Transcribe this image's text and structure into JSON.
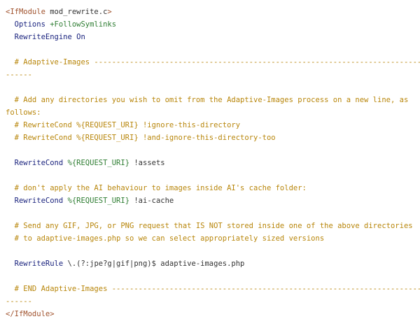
{
  "code": {
    "lines": [
      [
        {
          "t": "<IfModule ",
          "c": "tag"
        },
        {
          "t": "mod_rewrite.c",
          "c": "plain"
        },
        {
          "t": ">",
          "c": "tag"
        }
      ],
      [
        {
          "t": "  Options ",
          "c": "directive"
        },
        {
          "t": "+FollowSymlinks",
          "c": "flag"
        }
      ],
      [
        {
          "t": "  RewriteEngine On",
          "c": "directive"
        }
      ],
      [],
      [
        {
          "t": "  # Adaptive-Images -----------------------------------------------------------------------------------",
          "c": "comment"
        }
      ],
      [
        {
          "t": "------",
          "c": "comment"
        }
      ],
      [],
      [
        {
          "t": "  # Add any directories you wish to omit from the Adaptive-Images process on a new line, as",
          "c": "comment"
        }
      ],
      [
        {
          "t": "follows:",
          "c": "comment"
        }
      ],
      [
        {
          "t": "  # RewriteCond %{REQUEST_URI} !ignore-this-directory",
          "c": "comment"
        }
      ],
      [
        {
          "t": "  # RewriteCond %{REQUEST_URI} !and-ignore-this-directory-too",
          "c": "comment"
        }
      ],
      [],
      [
        {
          "t": "  RewriteCond ",
          "c": "directive"
        },
        {
          "t": "%{REQUEST_URI}",
          "c": "var"
        },
        {
          "t": " !assets",
          "c": "plain"
        }
      ],
      [],
      [
        {
          "t": "  # don't apply the AI behaviour to images inside AI's cache folder:",
          "c": "comment"
        }
      ],
      [
        {
          "t": "  RewriteCond ",
          "c": "directive"
        },
        {
          "t": "%{REQUEST_URI}",
          "c": "var"
        },
        {
          "t": " !ai-cache",
          "c": "plain"
        }
      ],
      [],
      [
        {
          "t": "  # Send any GIF, JPG, or PNG request that IS NOT stored inside one of the above directories",
          "c": "comment"
        }
      ],
      [
        {
          "t": "  # to adaptive-images.php so we can select appropriately sized versions",
          "c": "comment"
        }
      ],
      [],
      [
        {
          "t": "  RewriteRule ",
          "c": "directive"
        },
        {
          "t": "\\.(?:jpe?g|gif|png)$ adaptive-images.php",
          "c": "plain"
        }
      ],
      [],
      [
        {
          "t": "  # END Adaptive-Images -------------------------------------------------------------------------------",
          "c": "comment"
        }
      ],
      [
        {
          "t": "------",
          "c": "comment"
        }
      ],
      [
        {
          "t": "</IfModule>",
          "c": "tag"
        }
      ]
    ]
  }
}
